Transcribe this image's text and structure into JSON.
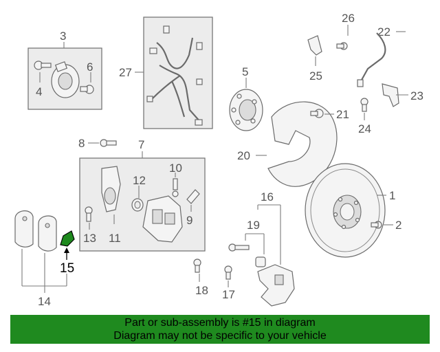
{
  "callouts": {
    "c1": "1",
    "c2": "2",
    "c3": "3",
    "c4": "4",
    "c5": "5",
    "c6": "6",
    "c7": "7",
    "c8": "8",
    "c9": "9",
    "c10": "10",
    "c11": "11",
    "c12": "12",
    "c13": "13",
    "c14": "14",
    "c15": "15",
    "c16": "16",
    "c17": "17",
    "c18": "18",
    "c19": "19",
    "c20": "20",
    "c21": "21",
    "c22": "22",
    "c23": "23",
    "c24": "24",
    "c25": "25",
    "c26": "26",
    "c27": "27"
  },
  "highlighted_part": "15",
  "highlight_color": "#1f8a1f",
  "banner": {
    "line1": "Part or sub-assembly is #15 in diagram",
    "line2": "Diagram may not be specific to your vehicle"
  }
}
